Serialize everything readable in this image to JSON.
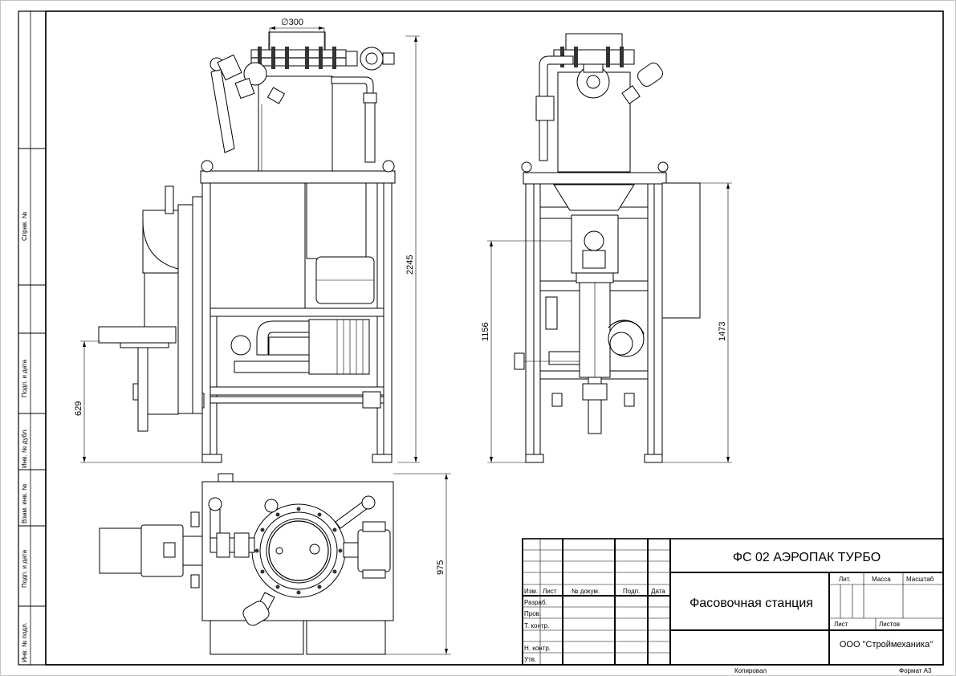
{
  "side_stamp": {
    "labels": [
      "Справ. №",
      "Подп. и дата",
      "Инв. № дубл.",
      "Взам. инв. №",
      "Подп. и дата",
      "Инв. № подл."
    ]
  },
  "dimensions": {
    "pipe_diameter": "∅300",
    "total_height": "2245",
    "table_height": "629",
    "side_height_a": "1156",
    "side_height_b": "1473",
    "plan_depth": "975"
  },
  "title_block": {
    "designation": "ФС 02 АЭРОПАК ТУРБО",
    "name": "Фасовочная станция",
    "organization": "ООО \"Строймеханика\"",
    "col_headers": [
      "Изм.",
      "Лист",
      "№ докум.",
      "Подп.",
      "Дата"
    ],
    "rows": [
      "Разраб.",
      "Пров.",
      "Т. контр.",
      "Н. контр.",
      "Утв."
    ],
    "lit_label": "Лит.",
    "mass_label": "Масса",
    "scale_label": "Масштаб",
    "sheet_label": "Лист",
    "sheets_label": "Листов",
    "copied_label": "Копировал",
    "format_label": "Формат А3"
  }
}
